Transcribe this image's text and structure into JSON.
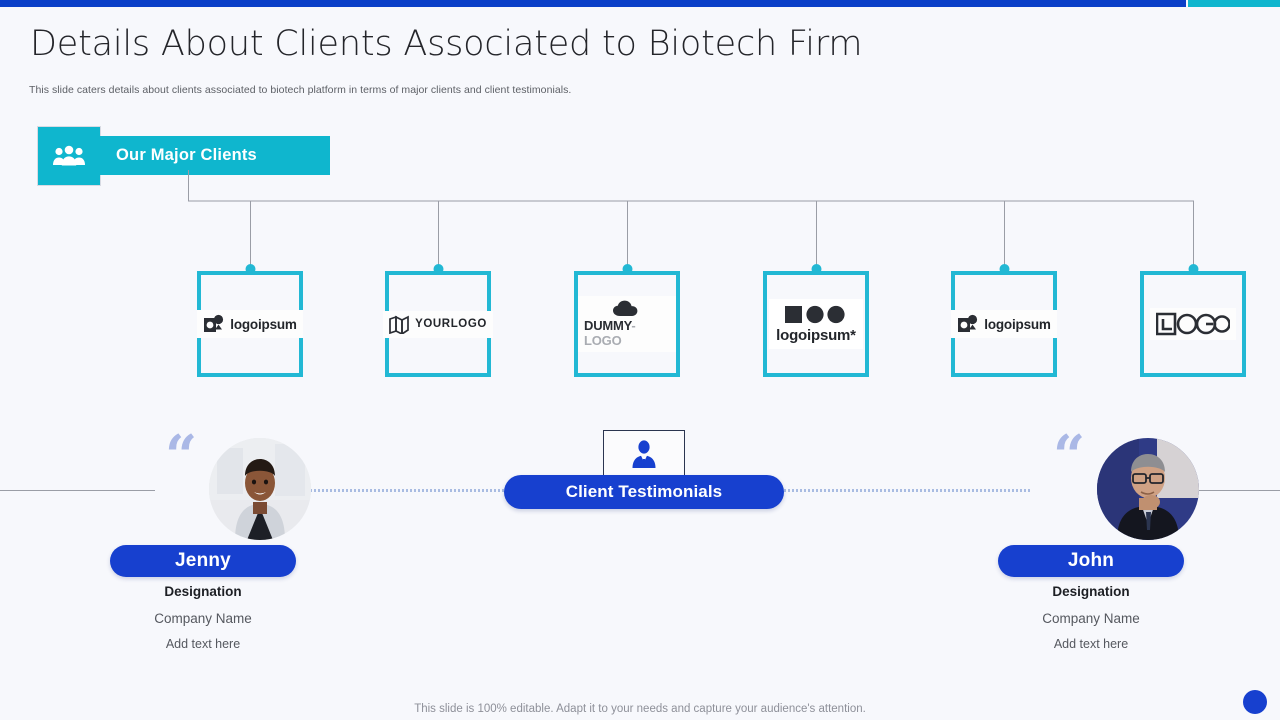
{
  "accent": {
    "blue": "#0b3fc8",
    "cyan": "#0fb6ce",
    "box_border": "#22b8d4",
    "pill_blue": "#1740cf",
    "quote_blue": "#aab8e6"
  },
  "header": {
    "title": "Details About Clients Associated to Biotech Firm",
    "subtitle": "This slide caters details about clients associated to biotech platform in terms of major clients and client testimonials."
  },
  "major_clients": {
    "banner_label": "Our Major Clients",
    "icon": "group-people-icon",
    "logos": [
      {
        "name": "logoipsum",
        "icon": "camera-frame-icon",
        "style": "inline"
      },
      {
        "name": "YOURLOGO",
        "icon": "folded-map-icon",
        "style": "inline-spaced"
      },
      {
        "name": "DUMMY-LOGO",
        "name_bold": "DUMMY",
        "name_light": "-LOGO",
        "icon": "cloud-icon",
        "style": "stacked"
      },
      {
        "name": "logoipsum*",
        "icon": "square-two-circles-icon",
        "style": "stacked"
      },
      {
        "name": "logoipsum",
        "icon": "camera-frame-icon",
        "style": "inline"
      },
      {
        "name": "LOGO",
        "icon": "logo-letterform-icon",
        "style": "glyph"
      }
    ]
  },
  "testimonials": {
    "center_label": "Client Testimonials",
    "center_icon": "person-suit-icon",
    "people": [
      {
        "name": "Jenny",
        "designation": "Designation",
        "company": "Company Name",
        "note": "Add text here",
        "avatar": "woman-smiling-blazer-photo",
        "quote_icon": "quote-mark-icon"
      },
      {
        "name": "John",
        "designation": "Designation",
        "company": "Company Name",
        "note": "Add text here",
        "avatar": "man-glasses-suit-photo",
        "quote_icon": "quote-mark-icon"
      }
    ]
  },
  "footer": {
    "note": "This slide is 100% editable. Adapt it to your needs and capture your audience's attention."
  }
}
